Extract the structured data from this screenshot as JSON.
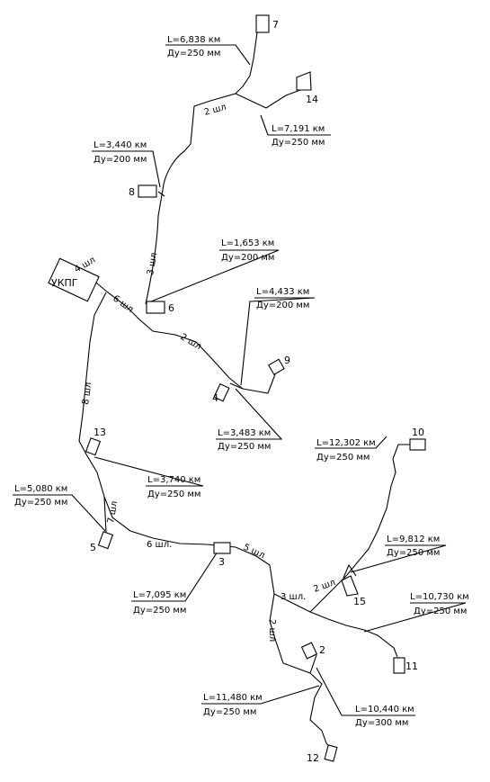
{
  "diagram": {
    "hub": "УКПГ",
    "wells": [
      "2",
      "3",
      "4",
      "5",
      "6",
      "7",
      "8",
      "9",
      "10",
      "11",
      "12",
      "13",
      "14",
      "15"
    ],
    "pipe_labels": [
      {
        "length": "L=6,838 км",
        "diameter": "Ду=250 мм"
      },
      {
        "length": "L=7,191 км",
        "diameter": "Ду=250 мм"
      },
      {
        "length": "L=3,440 км",
        "diameter": "Ду=200 мм"
      },
      {
        "length": "L=1,653 км",
        "diameter": "Ду=200 мм"
      },
      {
        "length": "L=4,433 км",
        "diameter": "Ду=200 мм"
      },
      {
        "length": "L=3,483 км",
        "diameter": "Ду=250 мм"
      },
      {
        "length": "L=12,302 км",
        "diameter": "Ду=250 мм"
      },
      {
        "length": "L=3,740 км",
        "diameter": "Ду=250 мм"
      },
      {
        "length": "L=5,080 км",
        "diameter": "Ду=250 мм"
      },
      {
        "length": "L=9,812 км",
        "diameter": "Ду=250 мм"
      },
      {
        "length": "L=7,095 км",
        "diameter": "Ду=250 мм"
      },
      {
        "length": "L=10,730 км",
        "diameter": "Ду=250 мм"
      },
      {
        "length": "L=11,480 км",
        "diameter": "Ду=250 мм"
      },
      {
        "length": "L=10,440 км",
        "diameter": "Ду=300 мм"
      }
    ],
    "loop_labels": [
      "2 шл",
      "3 шл",
      "4 шл",
      "6 шл",
      "2 шл",
      "8 шл",
      "7 шл",
      "6 шл.",
      "5 шл",
      "3 шл.",
      "2 шл",
      "2 шл"
    ]
  }
}
